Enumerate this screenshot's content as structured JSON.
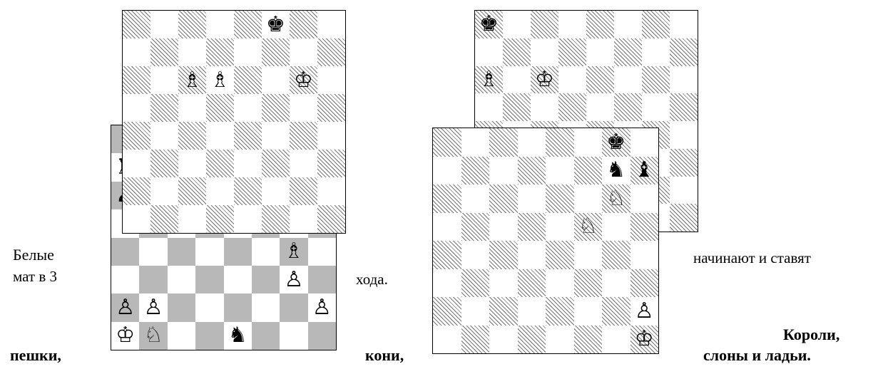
{
  "text": {
    "t1": "Белые",
    "t2": "мат в 3",
    "t3": "хода.",
    "t4": "начинают и ставят",
    "t5": "Короли,",
    "t6": "пешки,",
    "t7": "кони,",
    "t8": "слоны и ладьи."
  },
  "boards": [
    {
      "id": "board-c",
      "style": "grey",
      "pieces": [
        {
          "sq": "a7",
          "glyph": "♜",
          "name": "black-rook-icon"
        },
        {
          "sq": "a6",
          "glyph": "♟",
          "name": "black-pawn-icon"
        },
        {
          "sq": "g4",
          "glyph": "♗",
          "name": "white-bishop-icon"
        },
        {
          "sq": "g3",
          "glyph": "♙",
          "name": "white-pawn-icon"
        },
        {
          "sq": "a2",
          "glyph": "♙",
          "name": "white-pawn-icon"
        },
        {
          "sq": "b2",
          "glyph": "♙",
          "name": "white-pawn-icon"
        },
        {
          "sq": "h2",
          "glyph": "♙",
          "name": "white-pawn-icon"
        },
        {
          "sq": "a1",
          "glyph": "♔",
          "name": "white-king-icon"
        },
        {
          "sq": "b1",
          "glyph": "♘",
          "name": "white-knight-icon"
        },
        {
          "sq": "e1",
          "glyph": "♞",
          "name": "black-knight-icon"
        }
      ]
    },
    {
      "id": "board-a",
      "style": "hatch",
      "pieces": [
        {
          "sq": "f8",
          "glyph": "♚",
          "name": "black-king-icon"
        },
        {
          "sq": "c6",
          "glyph": "♗",
          "name": "white-bishop-icon"
        },
        {
          "sq": "d6",
          "glyph": "♗",
          "name": "white-bishop-icon"
        },
        {
          "sq": "g6",
          "glyph": "♔",
          "name": "white-king-icon"
        }
      ]
    },
    {
      "id": "board-b",
      "style": "hatch",
      "pieces": [
        {
          "sq": "a8",
          "glyph": "♚",
          "name": "black-king-icon"
        },
        {
          "sq": "a6",
          "glyph": "♗",
          "name": "white-bishop-icon"
        },
        {
          "sq": "c6",
          "glyph": "♔",
          "name": "white-king-icon"
        }
      ]
    },
    {
      "id": "board-d",
      "style": "hatch",
      "pieces": [
        {
          "sq": "g8",
          "glyph": "♚",
          "name": "black-king-icon"
        },
        {
          "sq": "g7",
          "glyph": "♞",
          "name": "black-knight-icon"
        },
        {
          "sq": "h7",
          "glyph": "♝",
          "name": "black-bishop-icon"
        },
        {
          "sq": "g6",
          "glyph": "♘",
          "name": "white-knight-icon"
        },
        {
          "sq": "f5",
          "glyph": "♘",
          "name": "white-knight-icon"
        },
        {
          "sq": "h2",
          "glyph": "♙",
          "name": "white-pawn-icon"
        },
        {
          "sq": "h1",
          "glyph": "♔",
          "name": "white-king-icon"
        }
      ]
    }
  ]
}
